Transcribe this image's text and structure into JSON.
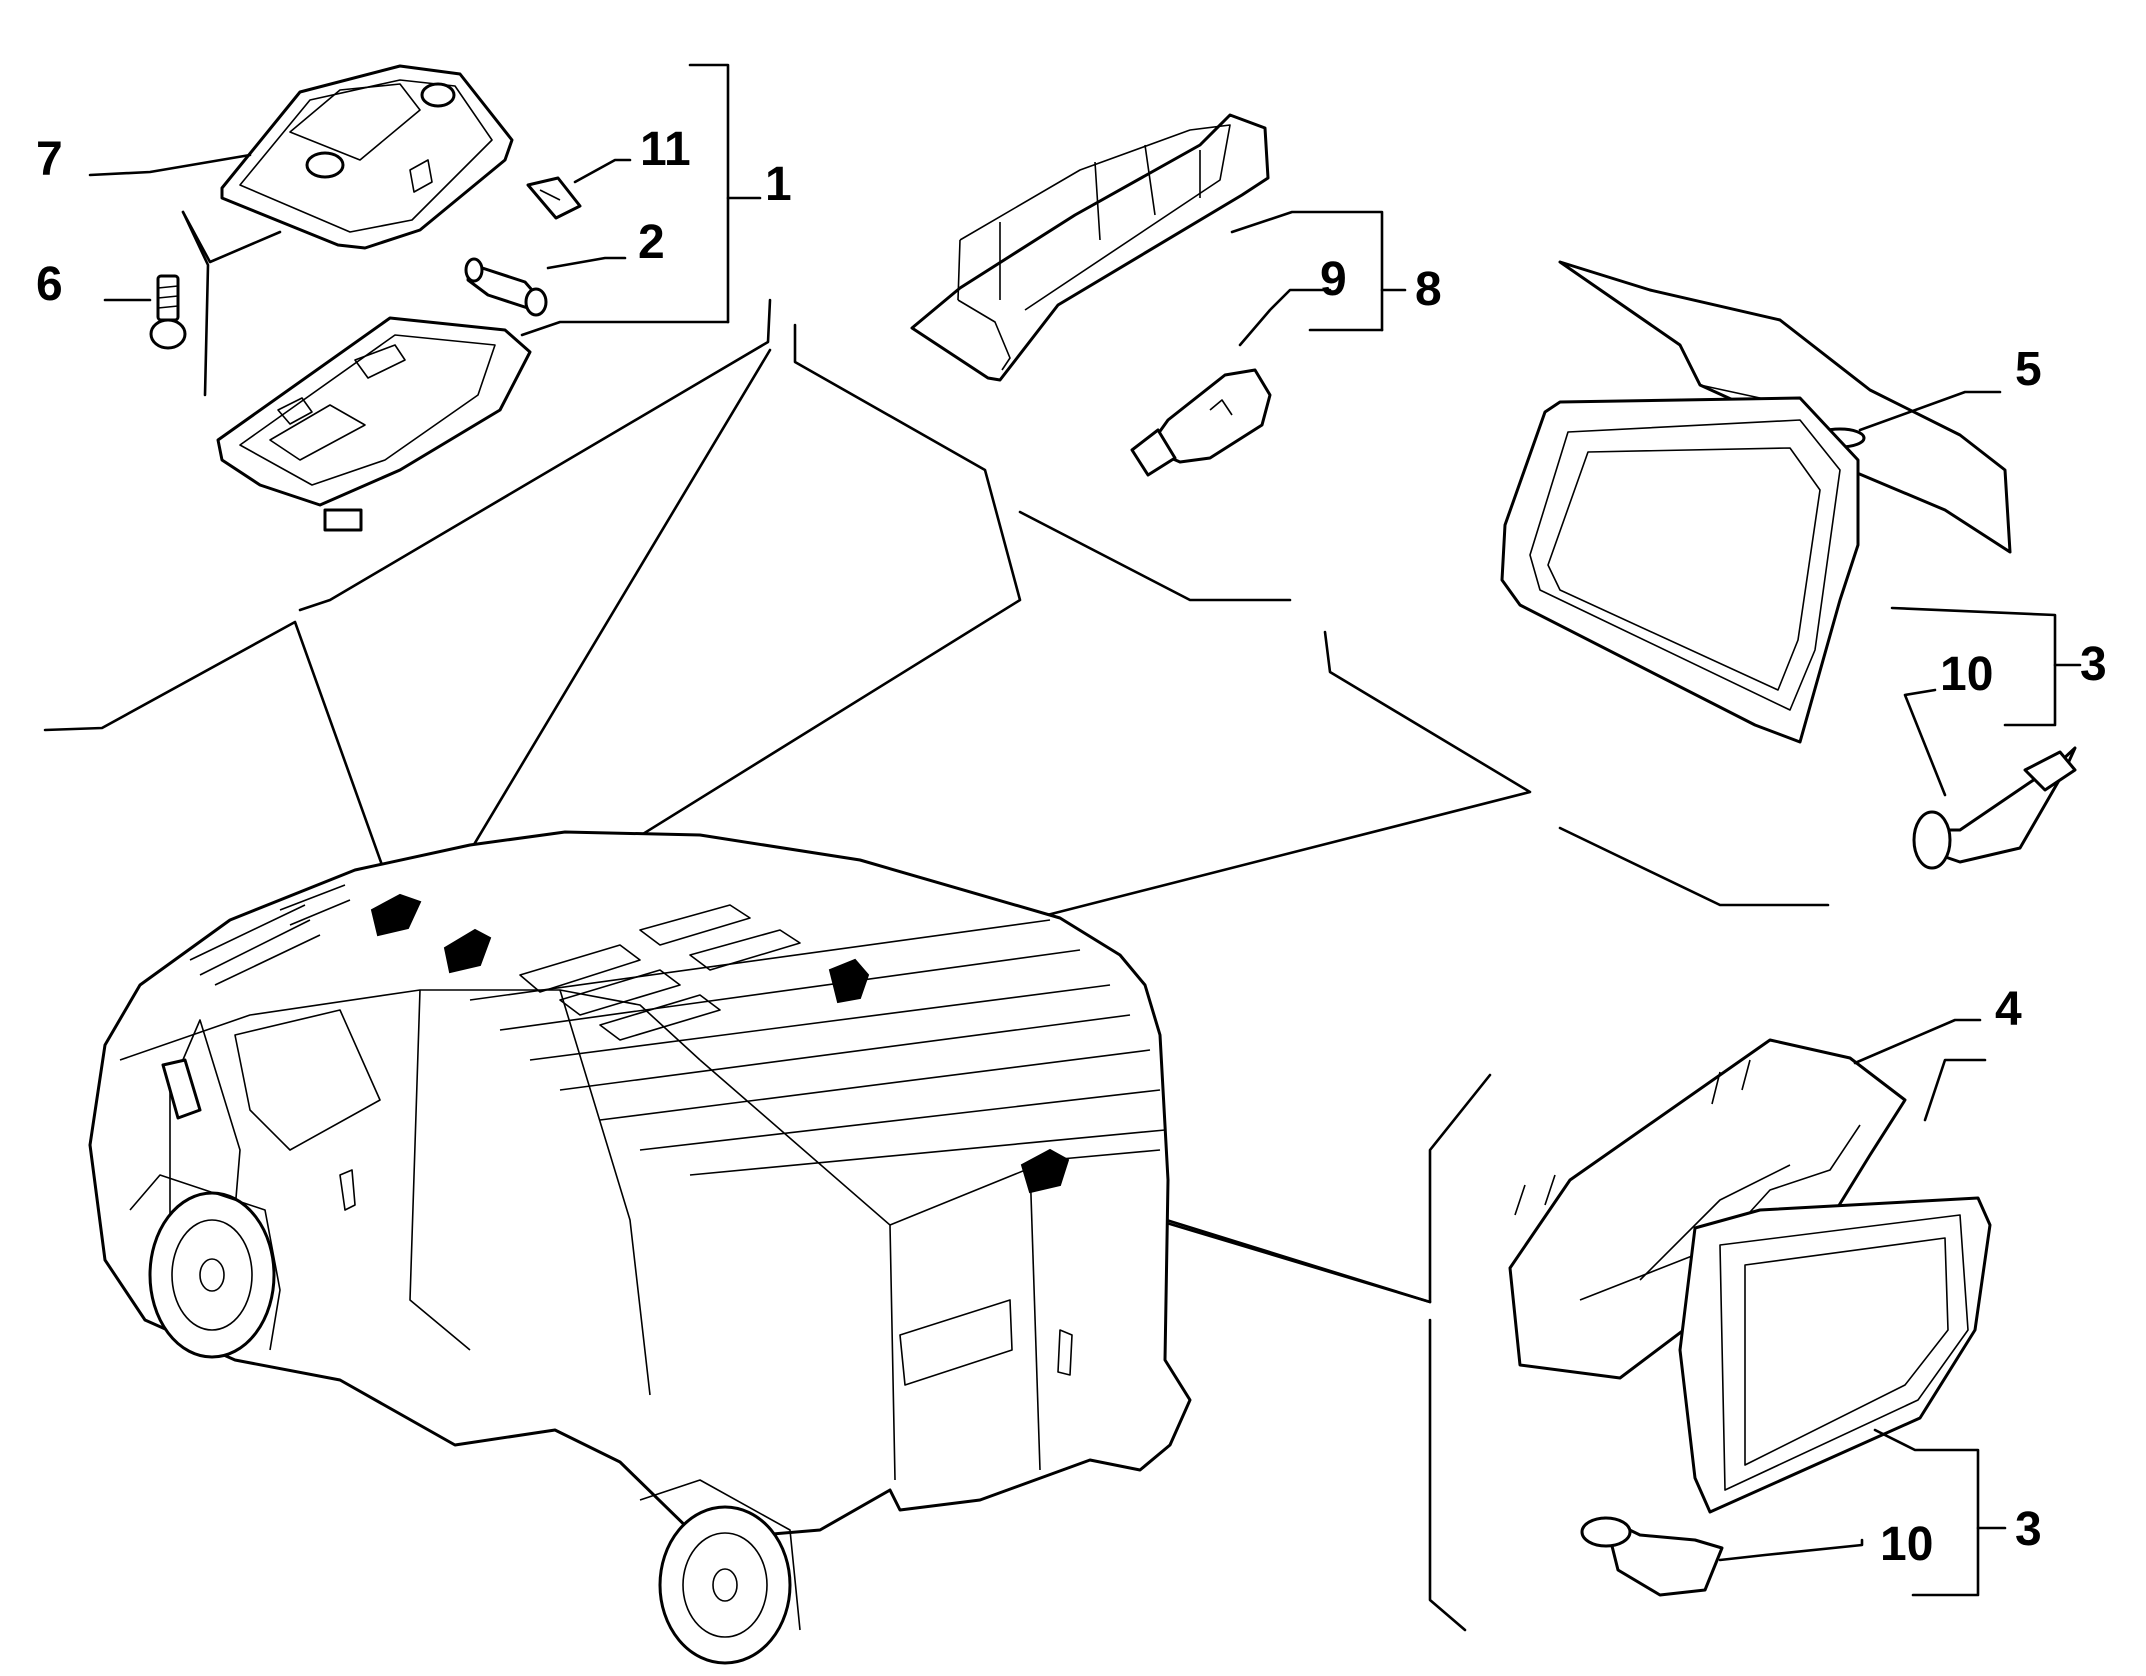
{
  "callouts": [
    {
      "id": "c1",
      "label": "1"
    },
    {
      "id": "c2",
      "label": "2"
    },
    {
      "id": "c3a",
      "label": "3"
    },
    {
      "id": "c3b",
      "label": "3"
    },
    {
      "id": "c4",
      "label": "4"
    },
    {
      "id": "c5",
      "label": "5"
    },
    {
      "id": "c6",
      "label": "6"
    },
    {
      "id": "c7",
      "label": "7"
    },
    {
      "id": "c8",
      "label": "8"
    },
    {
      "id": "c9",
      "label": "9"
    },
    {
      "id": "c10a",
      "label": "10"
    },
    {
      "id": "c10b",
      "label": "10"
    },
    {
      "id": "c11",
      "label": "11"
    }
  ],
  "colors": {
    "line": "#000000",
    "background": "#ffffff",
    "lamp_marker": "#000000"
  }
}
